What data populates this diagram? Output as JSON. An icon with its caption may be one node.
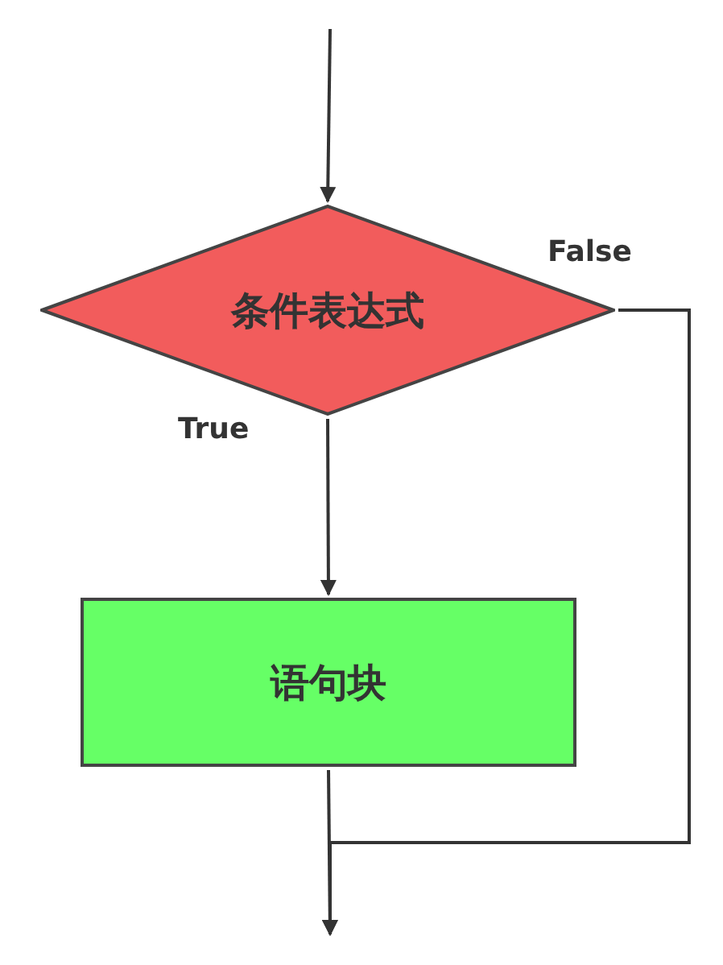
{
  "diagram": {
    "nodes": [
      {
        "text": [
          "条件表达式"
        ]
      },
      {
        "text": [
          "语句块"
        ]
      }
    ],
    "edges": [
      {
        "from": null,
        "to": 0,
        "arrow": "to"
      },
      {
        "from": 0,
        "to": 1,
        "arrow": "to",
        "label": "True"
      },
      {
        "from": 1,
        "to": null,
        "arrow": "to"
      },
      {
        "from": 0,
        "to": null,
        "arrow": "to",
        "label": "False"
      }
    ]
  }
}
